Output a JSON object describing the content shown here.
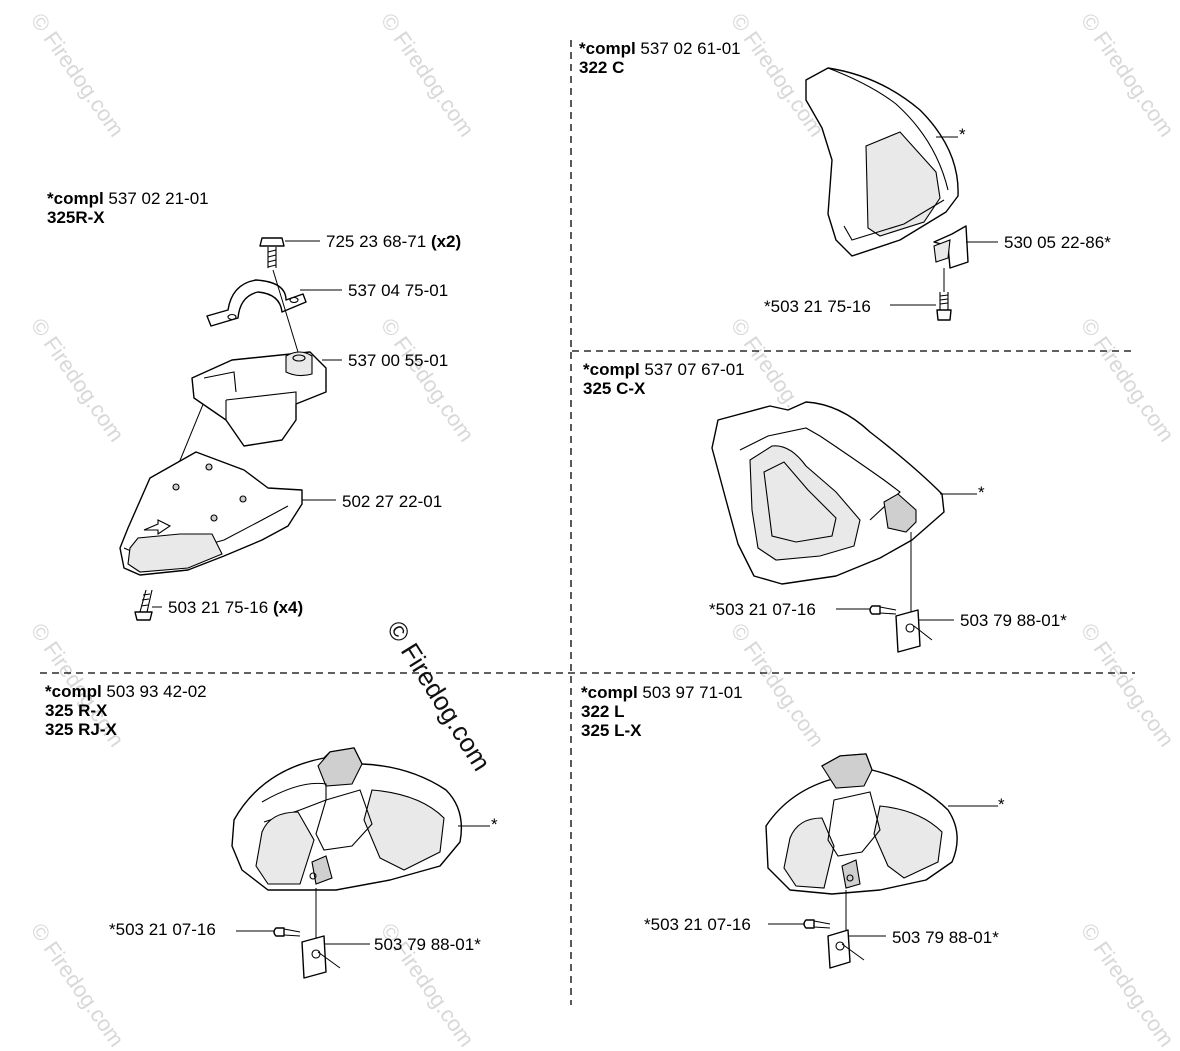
{
  "watermark": {
    "text": "© Firedog.com",
    "large_text": "© Firedog.com"
  },
  "sections": {
    "top_left": {
      "header_prefix": "*compl",
      "header_part": "537 02 21-01",
      "models": [
        "325R-X"
      ],
      "callouts": {
        "screw_top": "725 23 68-71",
        "screw_top_qty": "(x2)",
        "clamp": "537 04 75-01",
        "holder": "537 00 55-01",
        "guard": "502 27 22-01",
        "screw_bottom": "503 21 75-16",
        "screw_bottom_qty": "(x4)"
      }
    },
    "top_right": {
      "header_prefix": "*compl",
      "header_part": "537 02 61-01",
      "models": [
        "322 C"
      ],
      "callouts": {
        "guard": "*",
        "bracket": "530 05 22-86*",
        "screw": "*503 21 75-16"
      }
    },
    "mid_right": {
      "header_prefix": "*compl",
      "header_part": "537 07 67-01",
      "models": [
        "325 C-X"
      ],
      "callouts": {
        "guard": "*",
        "screw": "*503 21 07-16",
        "plate": "503 79 88-01*"
      }
    },
    "bottom_left": {
      "header_prefix": "*compl",
      "header_part": "503 93 42-02",
      "models": [
        "325 R-X",
        "325 RJ-X"
      ],
      "callouts": {
        "guard": "*",
        "screw": "*503 21 07-16",
        "plate": "503 79 88-01*"
      }
    },
    "bottom_right": {
      "header_prefix": "*compl",
      "header_part": "503 97 71-01",
      "models": [
        "322 L",
        "325 L-X"
      ],
      "callouts": {
        "guard": "*",
        "screw": "*503 21 07-16",
        "plate": "503 79 88-01*"
      }
    }
  }
}
